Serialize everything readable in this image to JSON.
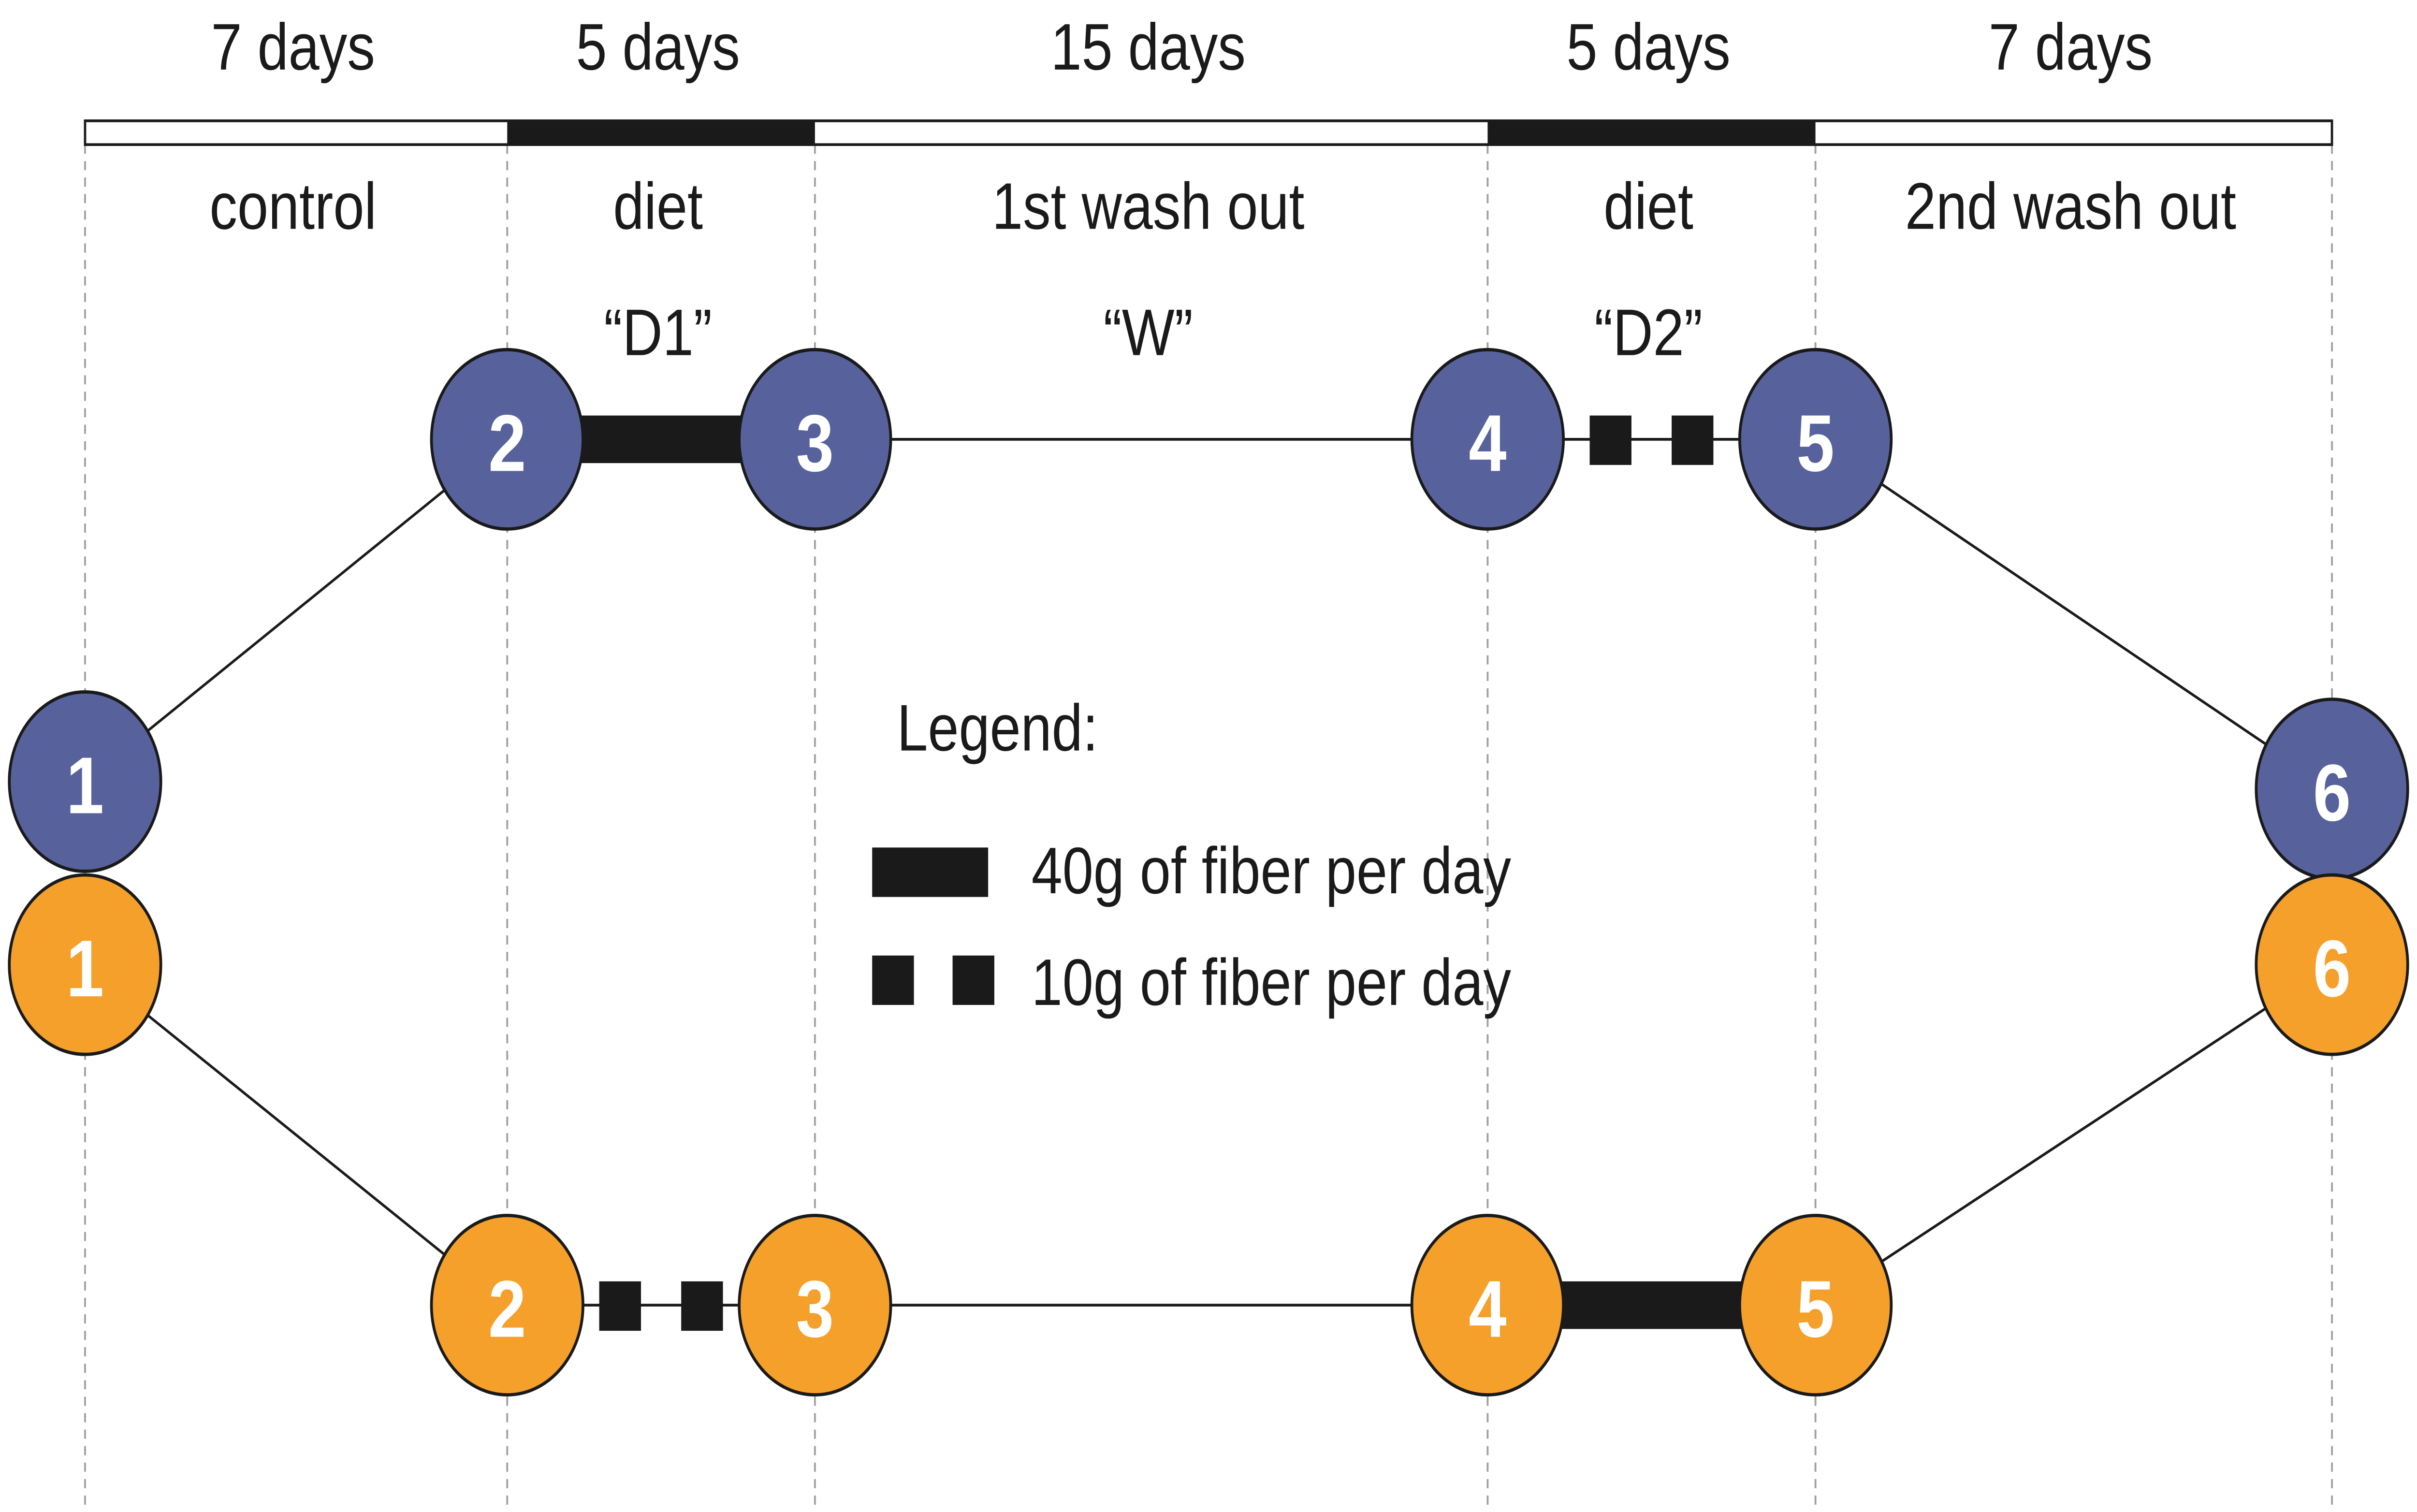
{
  "colors": {
    "group_a": "#57629c",
    "group_b": "#f4a02a",
    "line": "#1a1a1a",
    "gridline": "#a0a0a0"
  },
  "phases": [
    {
      "duration": "7 days",
      "name": "control",
      "code": "",
      "diet": false
    },
    {
      "duration": "5 days",
      "name": "diet",
      "code": "“D1”",
      "diet": true
    },
    {
      "duration": "15 days",
      "name": "1st wash out",
      "code": "“W”",
      "diet": false
    },
    {
      "duration": "5 days",
      "name": "diet",
      "code": "“D2”",
      "diet": true
    },
    {
      "duration": "7 days",
      "name": "2nd wash out",
      "code": "",
      "diet": false
    }
  ],
  "groups": [
    {
      "color_key": "group_a",
      "nodes": [
        "1",
        "2",
        "3",
        "4",
        "5",
        "6"
      ],
      "links": [
        "none",
        "40g",
        "none",
        "10g",
        "none"
      ]
    },
    {
      "color_key": "group_b",
      "nodes": [
        "1",
        "2",
        "3",
        "4",
        "5",
        "6"
      ],
      "links": [
        "none",
        "10g",
        "none",
        "40g",
        "none"
      ]
    }
  ],
  "legend": {
    "title": "Legend:",
    "items": [
      {
        "style": "40g",
        "label": "40g of fiber per day"
      },
      {
        "style": "10g",
        "label": "10g of fiber per day"
      }
    ]
  }
}
